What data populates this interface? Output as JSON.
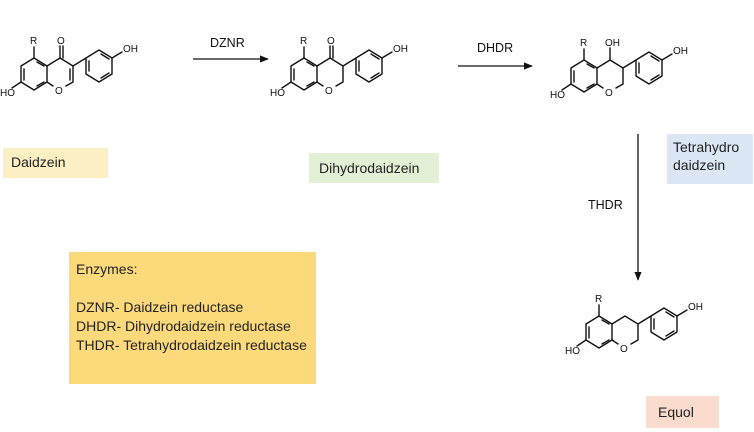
{
  "compounds": {
    "daidzein": {
      "label": "Daidzein",
      "bg": "#fcefc4"
    },
    "dihydrodaidzein": {
      "label": "Dihydrodaidzein",
      "bg": "#e3f0d6"
    },
    "tetrahydrodaidzein": {
      "label_line1": "Tetrahydro",
      "label_line2": "daidzein",
      "bg": "#dbe7f5"
    },
    "equol": {
      "label": "Equol",
      "bg": "#f9dccd"
    }
  },
  "atoms": {
    "r": "R",
    "o": "O",
    "oh": "OH",
    "ho": "HO"
  },
  "arrows": {
    "dznr": "DZNR",
    "dhdr": "DHDR",
    "thdr": "THDR"
  },
  "legend": {
    "title": "Enzymes:",
    "items": [
      "DZNR- Daidzein reductase",
      "DHDR- Dihydrodaidzein reductase",
      "THDR- Tetrahydrodaidzein reductase"
    ],
    "bg": "#fcd97b"
  }
}
